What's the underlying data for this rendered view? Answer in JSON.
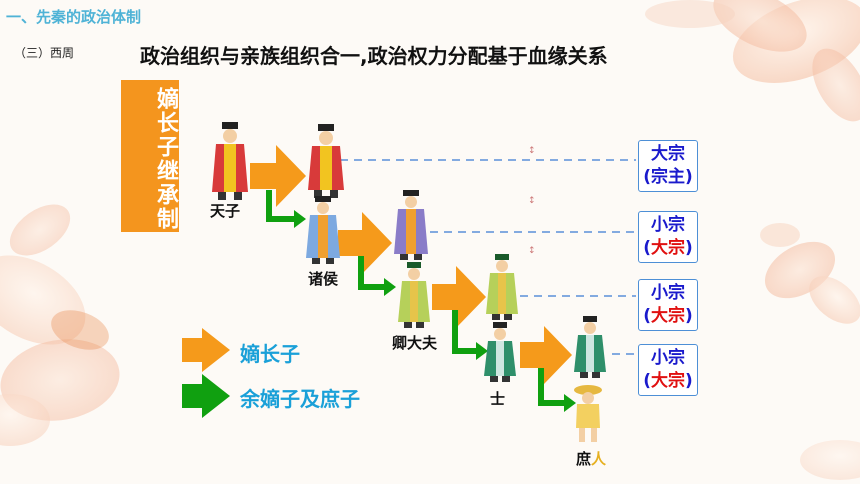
{
  "header": {
    "section_title": "一、先秦的政治体制",
    "subsection": "（三）西周",
    "headline": "政治组织与亲族组织合一,政治权力分配基于血缘关系"
  },
  "banner": {
    "text": "嫡长子继承制"
  },
  "ranks": {
    "tianzi": "天子",
    "zhuhou": "诸侯",
    "qingdafu": "卿大夫",
    "shi": "士",
    "shuren_a": "庶",
    "shuren_b": "人"
  },
  "boxes": [
    {
      "line1": "大宗",
      "line2_pre": "(",
      "line2_mid": "宗主",
      "line2_post": ")",
      "mid_red": false
    },
    {
      "line1": "小宗",
      "line2_pre": "(",
      "line2_mid": "大宗",
      "line2_post": ")",
      "mid_red": true
    },
    {
      "line1": "小宗",
      "line2_pre": "(",
      "line2_mid": "大宗",
      "line2_post": ")",
      "mid_red": true
    },
    {
      "line1": "小宗",
      "line2_pre": "(",
      "line2_mid": "大宗",
      "line2_post": ")",
      "mid_red": true
    }
  ],
  "legend": {
    "orange_label": "嫡长子",
    "green_label": "余嫡子及庶子"
  },
  "colors": {
    "orange_arrow": "#f59a1b",
    "green_arrow": "#10a010",
    "box_border": "#4d8fd6",
    "dashed_line": "#5b8fd8",
    "banner": "#f4951e",
    "title": "#4fb3d6"
  },
  "icons": [
    "lotus-flower-decoration",
    "emperor-figure",
    "noble-figure",
    "official-figure",
    "scholar-figure",
    "peasant-figure"
  ]
}
